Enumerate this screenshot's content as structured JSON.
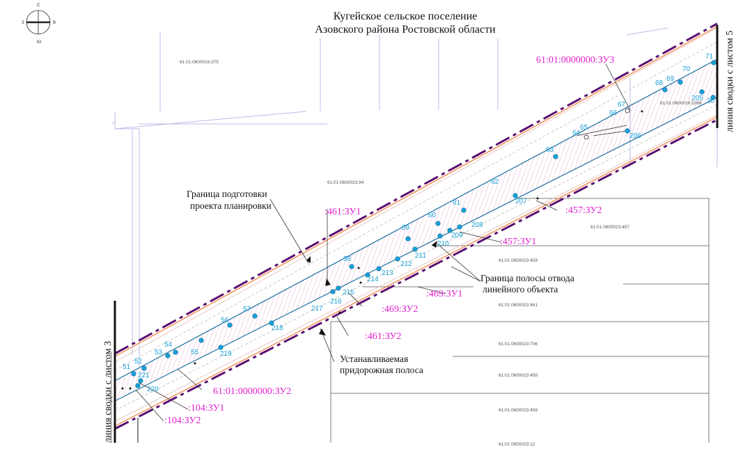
{
  "title": {
    "line1": "Кугейское сельское поселение",
    "line2": "Азовского района Ростовской области"
  },
  "compass": {
    "n": "С",
    "s": "Ю",
    "w": "З",
    "e": "В"
  },
  "side_labels": {
    "left": "линия сводки с листом 3",
    "right": "линия сводки с листом 5"
  },
  "annotations": {
    "planning_boundary_1": "Граница  подготовки",
    "planning_boundary_2": "проекта планировки",
    "row_boundary_1": "Граница полосы отвода",
    "row_boundary_2": "линейного объекта",
    "roadside_1": "Устанавливаемая",
    "roadside_2": "придорожная полоса"
  },
  "zu_labels": {
    "zu3_top": "61:01:0000000:ЗУ3",
    "zu1_461": ":461:ЗУ1",
    "zu2_457": ":457:ЗУ2",
    "zu1_457": ":457:ЗУ1",
    "zu1_469": ":469:ЗУ1",
    "zu2_469": ":469:ЗУ2",
    "zu2_461": ":461:ЗУ2",
    "zu2_main": "61:01:0000000:ЗУ2",
    "zu1_104": ":104:ЗУ1",
    "zu2_104": ":104:ЗУ2"
  },
  "cadastral": {
    "c375": "61:01:0600016:375",
    "c1086": "61:01:0600016:1086",
    "c394": "61:01:0600023:94",
    "c457": "61:01:0600023:457",
    "c459a": "61:01:0600023:459",
    "c461": "61:01:0600023:461",
    "c706": "61:01:0600023:706",
    "c458": "61:01:0600023:458",
    "c459b": "61:01:0600023:459",
    "c_cut": "61:01:0600023:12"
  },
  "points": {
    "p51": "51",
    "p52": "52",
    "p53": "53",
    "p54": "54",
    "p55": "55",
    "p56": "56",
    "p57": "57",
    "p58": "58",
    "p59": "59",
    "p60": "60",
    "p61": "61",
    "p62": "62",
    "p63": "63",
    "p64": "64",
    "p65": "65",
    "p66": "66",
    "p67": "67",
    "p68": "68",
    "p69": "69",
    "p70": "70",
    "p71": "71",
    "p205": "205",
    "p20": "20",
    "p206": "206",
    "p207": "207",
    "p208": "208",
    "p209": "209",
    "p210": "210",
    "p211": "211",
    "p212": "212",
    "p213": "213",
    "p214": "214",
    "p215": "215",
    "p216": "216",
    "p217": "217",
    "p218": "218",
    "p219": "219",
    "p220": "220",
    "p221": "221"
  },
  "colors": {
    "row_line": "#1a6fa0",
    "point": "#1aa0d8",
    "zu_label": "#e020d0",
    "dash_boundary": "#5a1070",
    "hatch": "#e7a0cf",
    "parcel": "#b8bce8"
  }
}
